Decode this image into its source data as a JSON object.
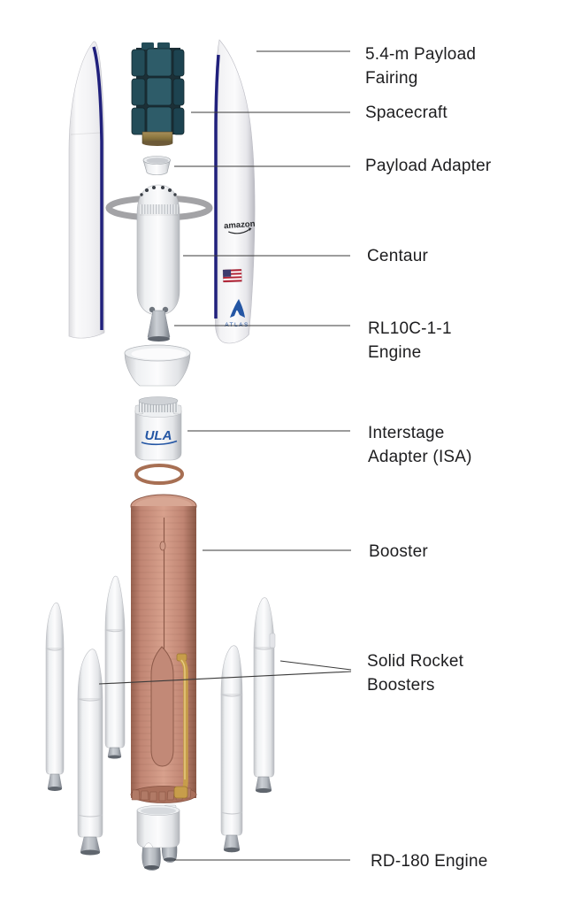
{
  "figure": {
    "type": "exploded-diagram",
    "subject": "Atlas V launch vehicle expanded view"
  },
  "labels": [
    {
      "id": "payload-fairing",
      "text": "5.4-m Payload Fairing"
    },
    {
      "id": "spacecraft",
      "text": "Spacecraft"
    },
    {
      "id": "payload-adapter",
      "text": "Payload Adapter"
    },
    {
      "id": "centaur",
      "text": "Centaur"
    },
    {
      "id": "rl10-engine",
      "text": "RL10C-1-1 Engine"
    },
    {
      "id": "interstage-adapter",
      "text": "Interstage Adapter (ISA)"
    },
    {
      "id": "booster",
      "text": "Booster"
    },
    {
      "id": "solid-rocket-boosters",
      "text": "Solid Rocket Boosters"
    },
    {
      "id": "rd180-engine",
      "text": "RD-180 Engine"
    }
  ],
  "markings": {
    "amazon": "amazon",
    "ula": "ULA",
    "atlas": "ATLAS"
  },
  "colors": {
    "background": "#ffffff",
    "label_text": "#1d1d1f",
    "leader_line": "#3a3a3a",
    "fairing_stripe_blue": "#20207c",
    "spacecraft_teal": "#2e5c69",
    "spacecraft_band_gold": "#8d773f",
    "booster_copper": "#c48d7c",
    "pipe_gold": "#c79d4a",
    "ula_blue": "#2456a4"
  }
}
